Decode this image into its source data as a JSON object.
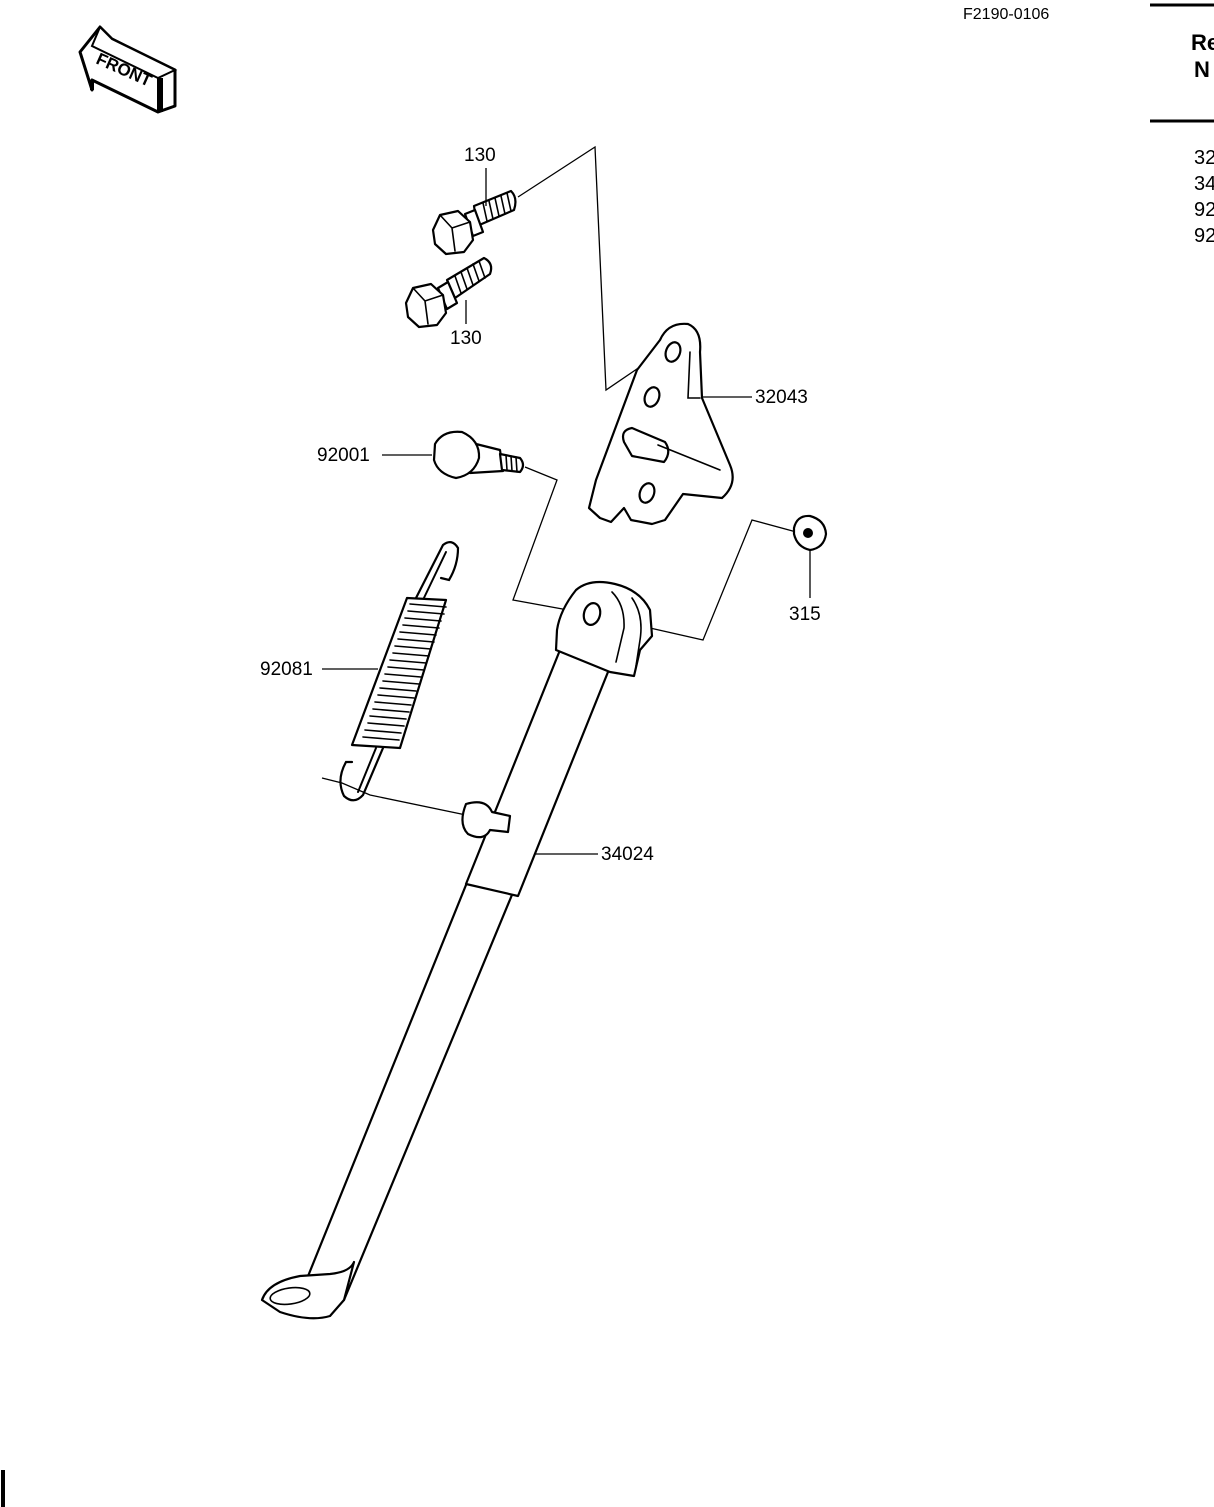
{
  "reference_code": "F2190-0106",
  "front_label": "FRONT",
  "side_header": [
    "Re",
    "N"
  ],
  "side_refs": [
    "32",
    "34",
    "92",
    "92"
  ],
  "callouts": {
    "bolt_upper": "130",
    "bolt_lower": "130",
    "bracket": "32043",
    "pivot_bolt": "92001",
    "nut": "315",
    "spring": "92081",
    "stand": "34024"
  }
}
